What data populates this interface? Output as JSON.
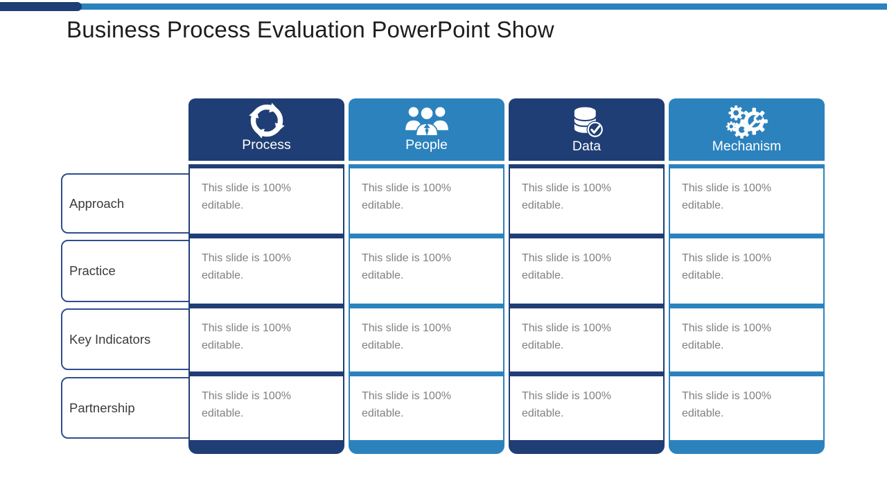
{
  "title": "Business Process Evaluation PowerPoint Show",
  "colors": {
    "dark_blue": "#1F3E75",
    "light_blue": "#2C82BD",
    "title_text": "#1D1D1D",
    "row_label_text": "#3B3B3B",
    "row_label_border": "#2E4E8E",
    "cell_text_color": "#808080"
  },
  "table": {
    "columns": [
      {
        "label": "Process",
        "icon": "cycle-arrows-icon",
        "theme": "dark_blue"
      },
      {
        "label": "People",
        "icon": "people-group-icon",
        "theme": "light_blue"
      },
      {
        "label": "Data",
        "icon": "database-check-icon",
        "theme": "dark_blue"
      },
      {
        "label": "Mechanism",
        "icon": "gears-wrench-icon",
        "theme": "light_blue"
      }
    ],
    "rows": [
      {
        "label": "Approach"
      },
      {
        "label": "Practice"
      },
      {
        "label": "Key Indicators"
      },
      {
        "label": "Partnership"
      }
    ],
    "cell_text": "This slide is 100% editable."
  }
}
